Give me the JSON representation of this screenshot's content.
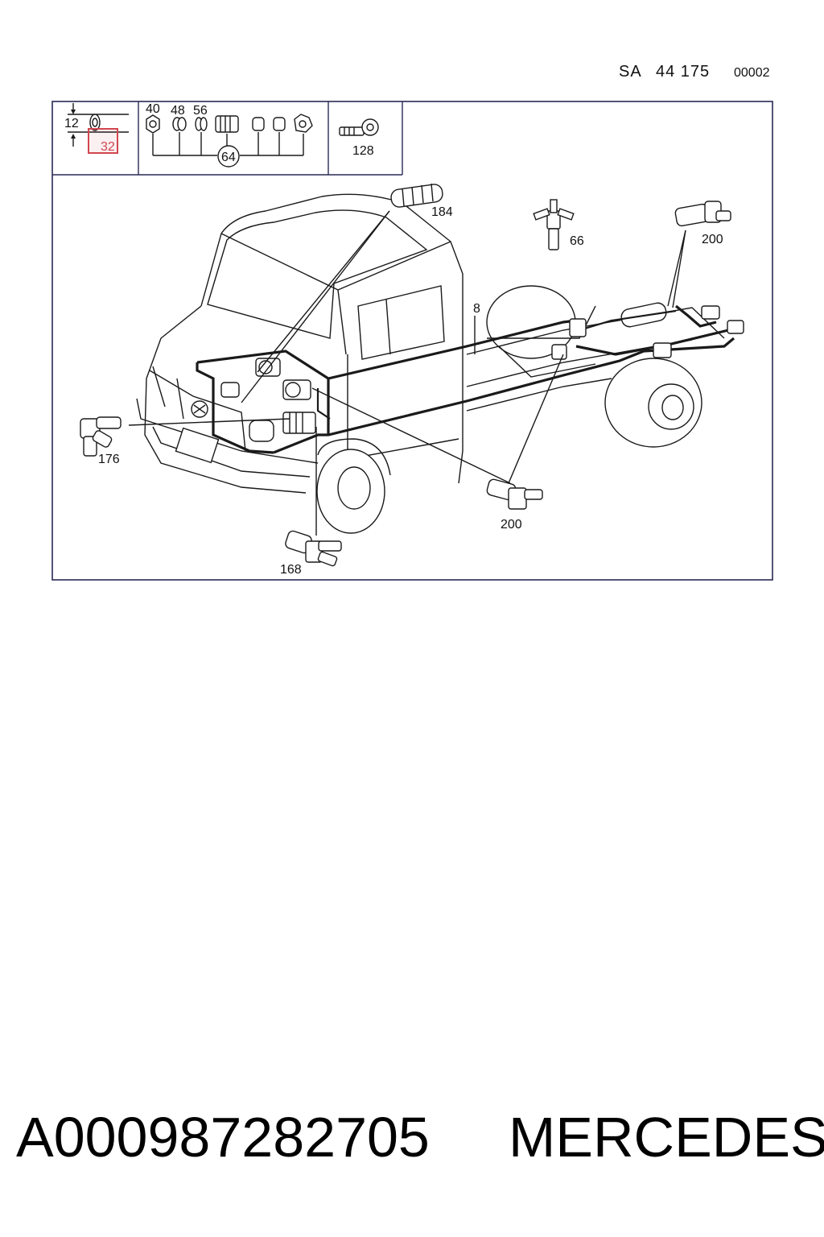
{
  "header": {
    "sa_prefix": "SA",
    "sa_number": "44 175",
    "sheet_code": "00002"
  },
  "diagram": {
    "selected_callout": "32",
    "highlight_color": "#d2464f",
    "frame_color": "#2a2a55",
    "callouts": {
      "c12": "12",
      "c32": "32",
      "c40": "40",
      "c48": "48",
      "c56": "56",
      "c64": "64",
      "c128": "128",
      "c184": "184",
      "c66": "66",
      "c200_top": "200",
      "c8": "8",
      "c176": "176",
      "c200_bottom": "200",
      "c168": "168"
    }
  },
  "caption": {
    "part_number": "A000987282705",
    "brand": "MERCEDES"
  }
}
